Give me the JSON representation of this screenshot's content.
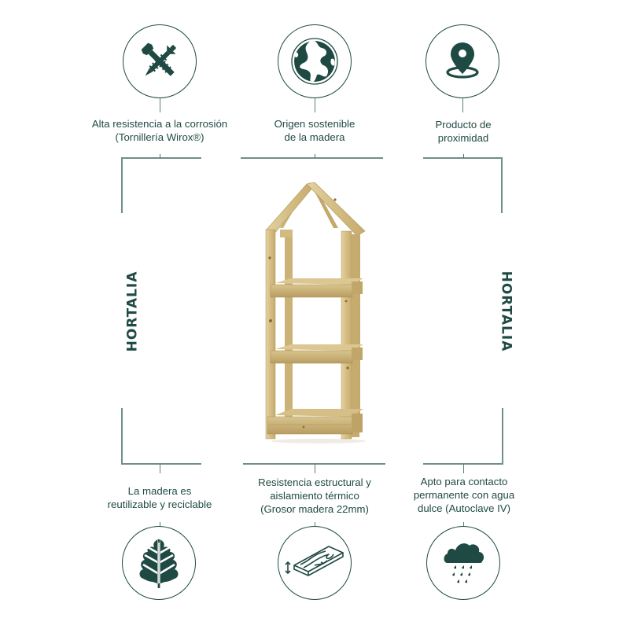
{
  "colors": {
    "primary": "#1f4a43",
    "line": "#6f8f8c",
    "background": "#ffffff",
    "wood_light": "#d9c48e",
    "wood_dark": "#b8a064"
  },
  "brand": {
    "left": "HORTALIA",
    "right": "HORTALIA"
  },
  "features_top": [
    {
      "icon": "screws-icon",
      "lines": [
        "Alta resistencia a la corrosión",
        "(Tornillería Wirox®)"
      ]
    },
    {
      "icon": "globe-icon",
      "lines": [
        "Origen sostenible",
        "de la madera"
      ]
    },
    {
      "icon": "location-pin-icon",
      "lines": [
        "Producto de",
        "proximidad"
      ]
    }
  ],
  "features_bottom": [
    {
      "icon": "leaf-icon",
      "lines": [
        "La madera es",
        "reutilizable y reciclable"
      ]
    },
    {
      "icon": "wood-plank-icon",
      "lines": [
        "Resistencia estructural y",
        "aislamiento térmico",
        "(Grosor madera 22mm)"
      ]
    },
    {
      "icon": "rain-cloud-icon",
      "lines": [
        "Apto para contacto",
        "permanente con agua",
        "dulce (Autoclave IV)"
      ]
    }
  ],
  "product": {
    "name": "wooden-house-shelf",
    "shelves": 3
  }
}
